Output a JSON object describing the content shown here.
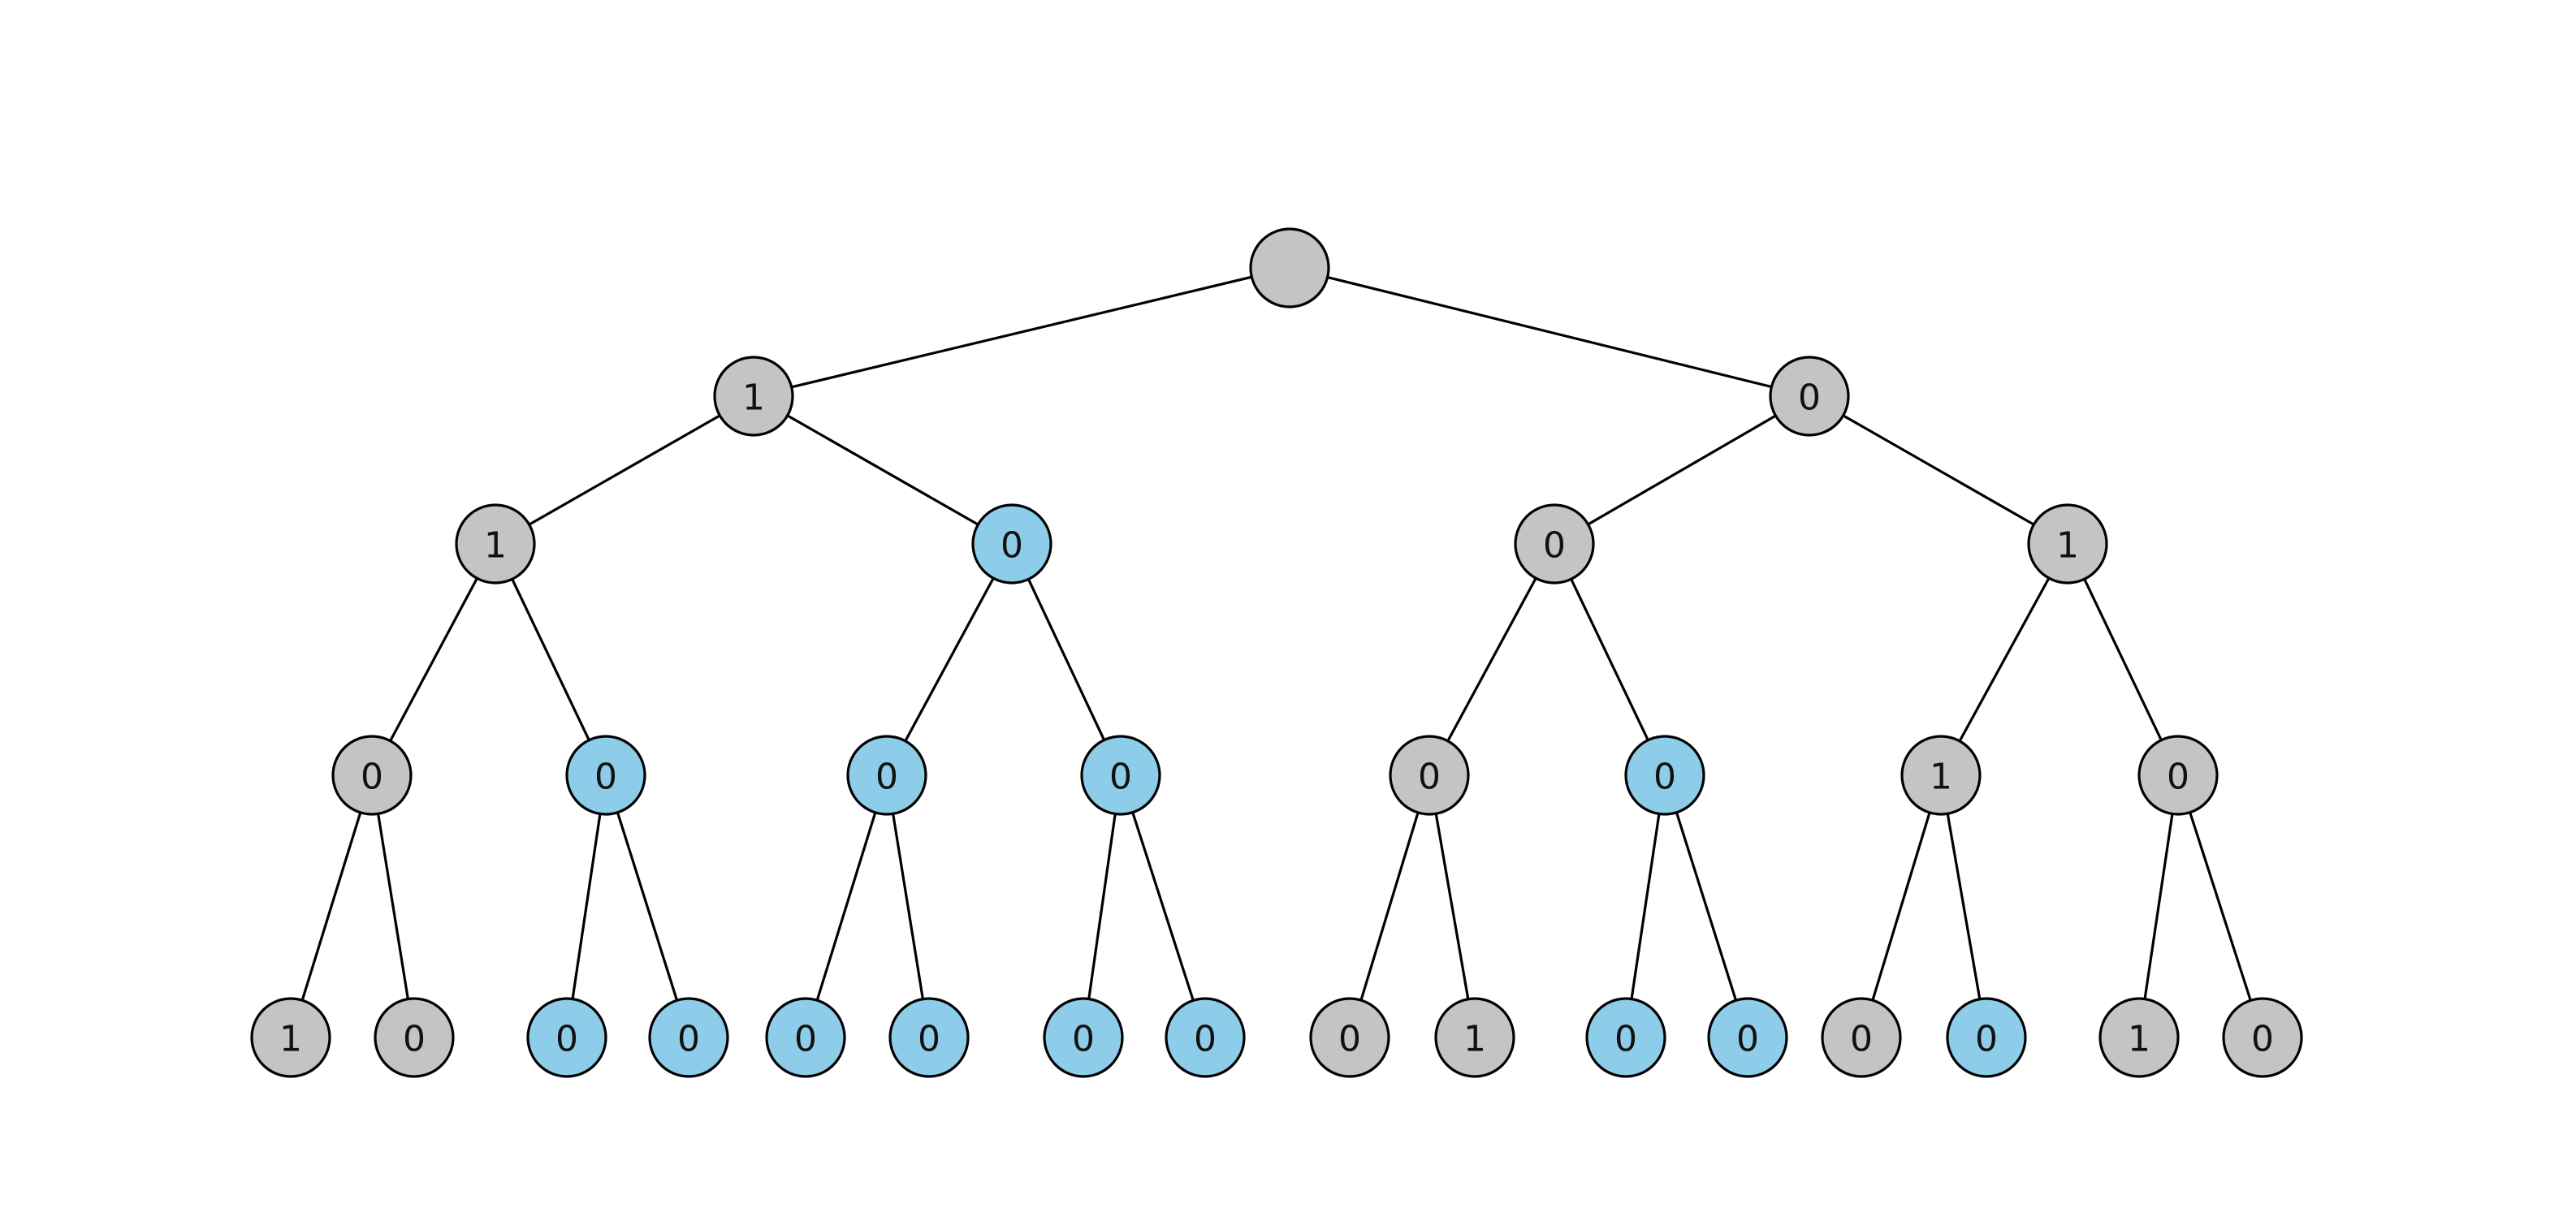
{
  "colors": {
    "gray": "#c4c4c4",
    "blue": "#8ecdea",
    "stroke": "#000000"
  },
  "tree": {
    "label": "",
    "color": "gray",
    "children": [
      {
        "label": "1",
        "color": "gray",
        "children": [
          {
            "label": "1",
            "color": "gray",
            "children": [
              {
                "label": "0",
                "color": "gray",
                "children": [
                  {
                    "label": "1",
                    "color": "gray"
                  },
                  {
                    "label": "0",
                    "color": "gray"
                  }
                ]
              },
              {
                "label": "0",
                "color": "blue",
                "children": [
                  {
                    "label": "0",
                    "color": "blue"
                  },
                  {
                    "label": "0",
                    "color": "blue"
                  }
                ]
              }
            ]
          },
          {
            "label": "0",
            "color": "blue",
            "children": [
              {
                "label": "0",
                "color": "blue",
                "children": [
                  {
                    "label": "0",
                    "color": "blue"
                  },
                  {
                    "label": "0",
                    "color": "blue"
                  }
                ]
              },
              {
                "label": "0",
                "color": "blue",
                "children": [
                  {
                    "label": "0",
                    "color": "blue"
                  },
                  {
                    "label": "0",
                    "color": "blue"
                  }
                ]
              }
            ]
          }
        ]
      },
      {
        "label": "0",
        "color": "gray",
        "children": [
          {
            "label": "0",
            "color": "gray",
            "children": [
              {
                "label": "0",
                "color": "gray",
                "children": [
                  {
                    "label": "0",
                    "color": "gray"
                  },
                  {
                    "label": "1",
                    "color": "gray"
                  }
                ]
              },
              {
                "label": "0",
                "color": "blue",
                "children": [
                  {
                    "label": "0",
                    "color": "blue"
                  },
                  {
                    "label": "0",
                    "color": "blue"
                  }
                ]
              }
            ]
          },
          {
            "label": "1",
            "color": "gray",
            "children": [
              {
                "label": "1",
                "color": "gray",
                "children": [
                  {
                    "label": "0",
                    "color": "gray"
                  },
                  {
                    "label": "0",
                    "color": "blue"
                  }
                ]
              },
              {
                "label": "0",
                "color": "gray",
                "children": [
                  {
                    "label": "1",
                    "color": "gray"
                  },
                  {
                    "label": "0",
                    "color": "gray"
                  }
                ]
              }
            ]
          }
        ]
      }
    ]
  }
}
